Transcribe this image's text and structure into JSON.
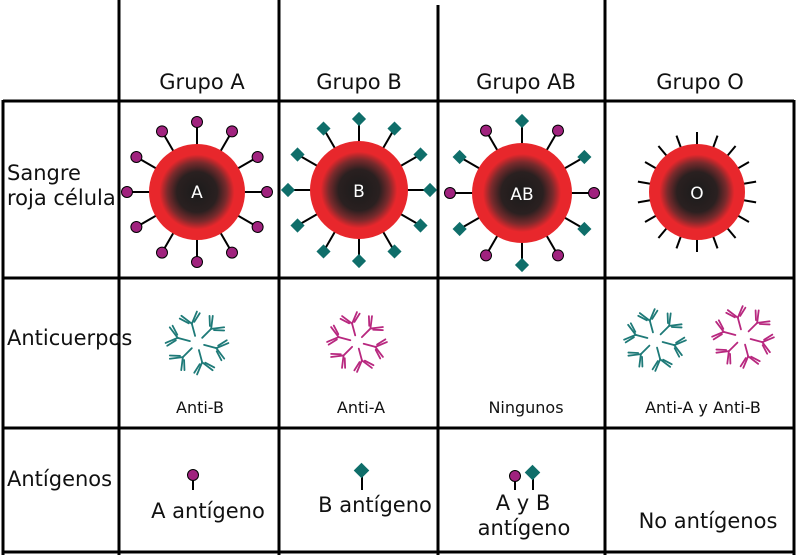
{
  "columns": [
    "Grupo A",
    "Grupo B",
    "Grupo AB",
    "Grupo O"
  ],
  "rows": {
    "red_cell": [
      "Sangre",
      "roja célula"
    ],
    "antibodies": "Anticuerpos",
    "antigens": "Antígenos"
  },
  "cells": [
    {
      "letter": "A",
      "antibody_label": "Anti-B",
      "antigen_lines": [
        "A antígeno"
      ]
    },
    {
      "letter": "B",
      "antibody_label": "Anti-A",
      "antigen_lines": [
        "B antígeno"
      ]
    },
    {
      "letter": "AB",
      "antibody_label": "Ningunos",
      "antigen_lines": [
        "A y B",
        "antígeno"
      ]
    },
    {
      "letter": "O",
      "antibody_label": "Anti-A y Anti-B",
      "antigen_lines": [
        "No antígenos"
      ]
    }
  ],
  "colors": {
    "antigen_a": "#a0227e",
    "antigen_b": "#0f6e6a",
    "anti_a": "#b8287f",
    "anti_b": "#1e7a78",
    "cell_red": "#e8272c",
    "cell_core": "#1b1b1b",
    "grid": "#000000"
  },
  "icons": {
    "antigen_a": "circle-marker-icon",
    "antigen_b": "diamond-marker-icon",
    "antibody": "y-shaped-antibody-icon"
  }
}
